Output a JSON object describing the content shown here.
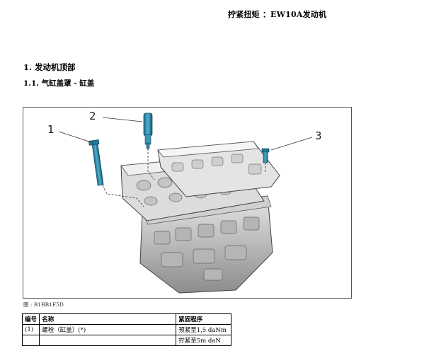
{
  "doc": {
    "title": "拧紧扭矩 ：EW10A发动机",
    "section": "1. 发动机顶部",
    "subsection": "1.1. 气缸盖罩 - 缸盖"
  },
  "figure": {
    "callouts": [
      "1",
      "2",
      "3"
    ],
    "caption": "图 : B1BB1F5D"
  },
  "table": {
    "headers": [
      "编号",
      "名称",
      "紧固程序"
    ],
    "rows": [
      {
        "no": "(1)",
        "name": "螺栓（缸盖）(*)",
        "proc": "预紧至1,5 daNm"
      },
      {
        "no": "",
        "name": "",
        "proc": "拧紧至5m daN"
      }
    ]
  }
}
